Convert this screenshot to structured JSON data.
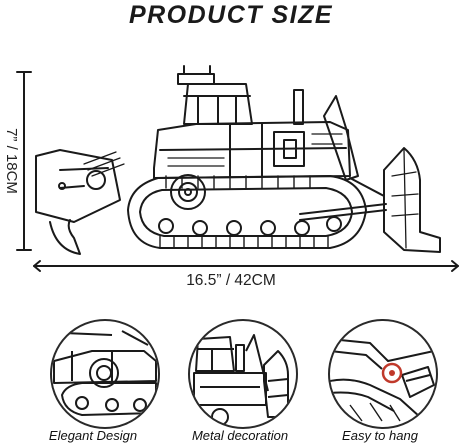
{
  "heading": "PRODUCT SIZE",
  "dimensions": {
    "width_label": "16.5” / 42CM",
    "height_label": "7” / 18CM"
  },
  "features": [
    {
      "caption": "Elegant Design",
      "icon": "track-detail"
    },
    {
      "caption": "Metal decoration",
      "icon": "cabin-detail"
    },
    {
      "caption": "Easy to hang",
      "icon": "hanging-point-detail"
    }
  ],
  "colors": {
    "line": "#1a1a1a",
    "highlight": "#c0392b"
  }
}
